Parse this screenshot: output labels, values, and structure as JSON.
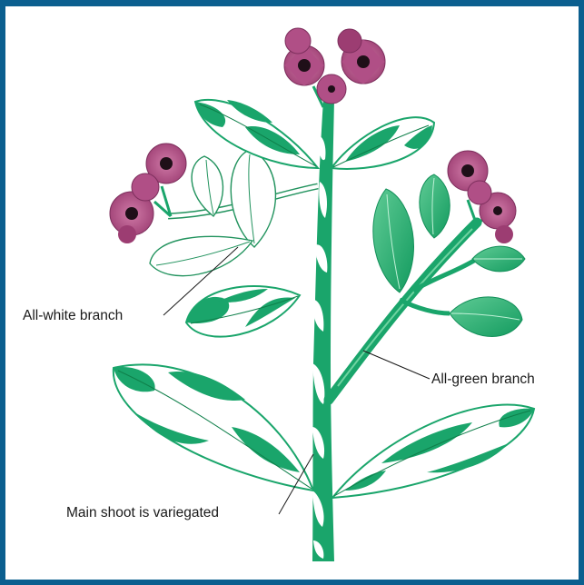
{
  "labels": {
    "white_branch": "All-white branch",
    "green_branch": "All-green branch",
    "main_shoot": "Main shoot is variegated"
  },
  "colors": {
    "frame": "#0b5f8f",
    "green": "#1aa56b",
    "light_green": "#54c48e",
    "white_outline": "#22935e",
    "flower": "#b04f86",
    "flower_dark": "#7d2f5d",
    "flower_center": "#1f0f18"
  }
}
